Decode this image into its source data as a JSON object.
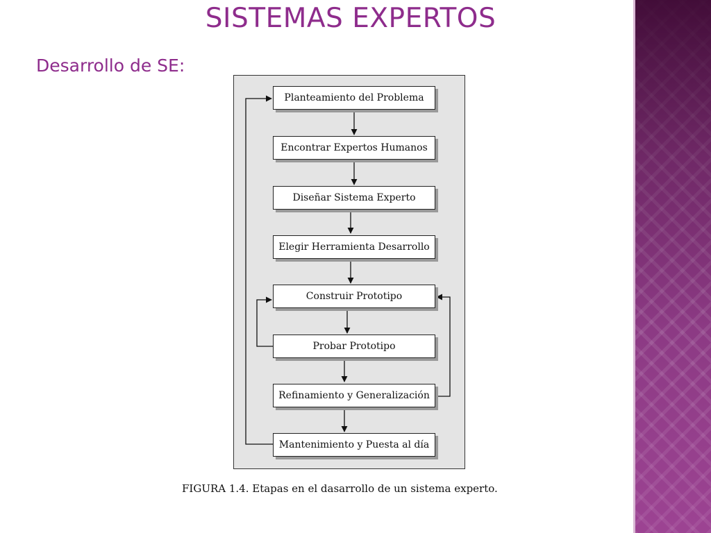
{
  "slide": {
    "title": "SISTEMAS EXPERTOS",
    "subtitle": "Desarrollo de  SE:"
  },
  "figure": {
    "steps": [
      "Planteamiento del Problema",
      "Encontrar Expertos Humanos",
      "Diseñar Sistema Experto",
      "Elegir Herramienta Desarrollo",
      "Construir Prototipo",
      "Probar Prototipo",
      "Refinamiento y Generalización",
      "Mantenimiento y Puesta al día"
    ],
    "caption": "FIGURA 1.4. Etapas en el dasarrollo de un sistema experto."
  },
  "colors": {
    "title": "#8e2c8c",
    "band": "#8c3a84",
    "figure_background": "#e4e4e4"
  }
}
